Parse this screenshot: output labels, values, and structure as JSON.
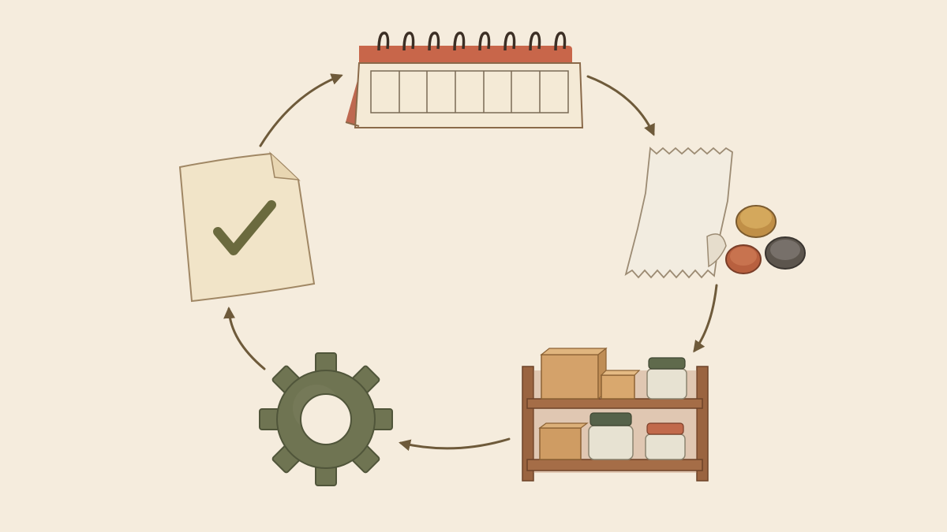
{
  "diagram": {
    "type": "cycle",
    "nodes": [
      {
        "id": "calendar",
        "icon": "calendar-icon"
      },
      {
        "id": "receipt-and-coins",
        "icon": "receipt-icon"
      },
      {
        "id": "pantry-shelf",
        "icon": "shelf-icon"
      },
      {
        "id": "gear",
        "icon": "gear-icon"
      },
      {
        "id": "checklist-document",
        "icon": "document-check-icon"
      }
    ],
    "edges": [
      {
        "from": "calendar",
        "to": "receipt-and-coins"
      },
      {
        "from": "receipt-and-coins",
        "to": "pantry-shelf"
      },
      {
        "from": "pantry-shelf",
        "to": "gear"
      },
      {
        "from": "gear",
        "to": "checklist-document"
      },
      {
        "from": "checklist-document",
        "to": "calendar"
      }
    ],
    "colors": {
      "background": "#f5ecdd",
      "arrow": "#6e5a3a",
      "calendar_header": "#c8664a",
      "paper": "#f4ead6",
      "gear": "#6f7452",
      "checkmark": "#6b6a3e",
      "wood": "#9a6440",
      "cardboard": "#d4a26a"
    }
  }
}
